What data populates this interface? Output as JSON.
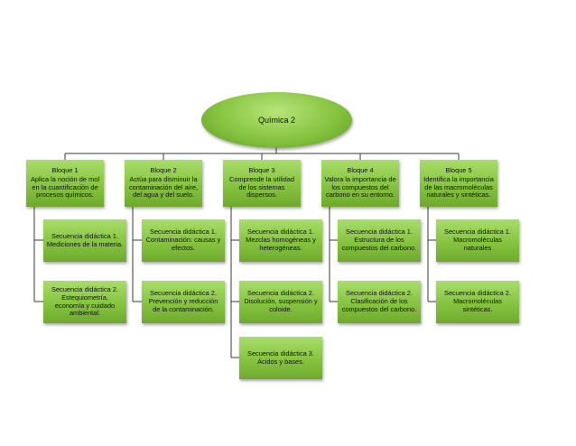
{
  "root": {
    "label": "Química 2"
  },
  "blocks": [
    {
      "title": "Bloque 1",
      "description": "Aplica la noción de mol en la cuantificación de procesos químicos.",
      "sequences": [
        "Secuencia didáctica 1. Mediciones de la materia.",
        "Secuencia didáctica 2. Estequiometría, economía y cuidado ambiental."
      ]
    },
    {
      "title": "Bloque 2",
      "description": "Actúa para disminuir la contaminación del aire, del agua y del suelo.",
      "sequences": [
        "Secuencia didáctica 1. Contaminación: causas y efectos.",
        "Secuencia didáctica 2. Prevención y reducción de la contaminación."
      ]
    },
    {
      "title": "Bloque 3",
      "description": "Comprende la utilidad de los sistemas dispersos.",
      "sequences": [
        "Secuencia didáctica 1. Mezclas homogéneas y heterogéneas.",
        "Secuencia didáctica 2. Disolución, suspensión y coloide.",
        "Secuencia didáctica 3. Ácidos y bases."
      ]
    },
    {
      "title": "Bloque 4",
      "description": "Valora la importancia de los compuestos del carbono en su entorno.",
      "sequences": [
        "Secuencia didáctica 1. Estructura de los compuestos del carbono.",
        "Secuencia didáctica 2. Clasificación de los compuestos del carbono."
      ]
    },
    {
      "title": "Bloque 5",
      "description": "Identifica la importancia de las macromoléculas naturales y sintéticas.",
      "sequences": [
        "Secuencia didáctica 1. Macromoléculas naturales",
        "Secuencia didáctica 2. Macromoléculas sintéticas."
      ]
    }
  ],
  "colors": {
    "node": "#86c440",
    "connector": "#3a3a3a"
  }
}
